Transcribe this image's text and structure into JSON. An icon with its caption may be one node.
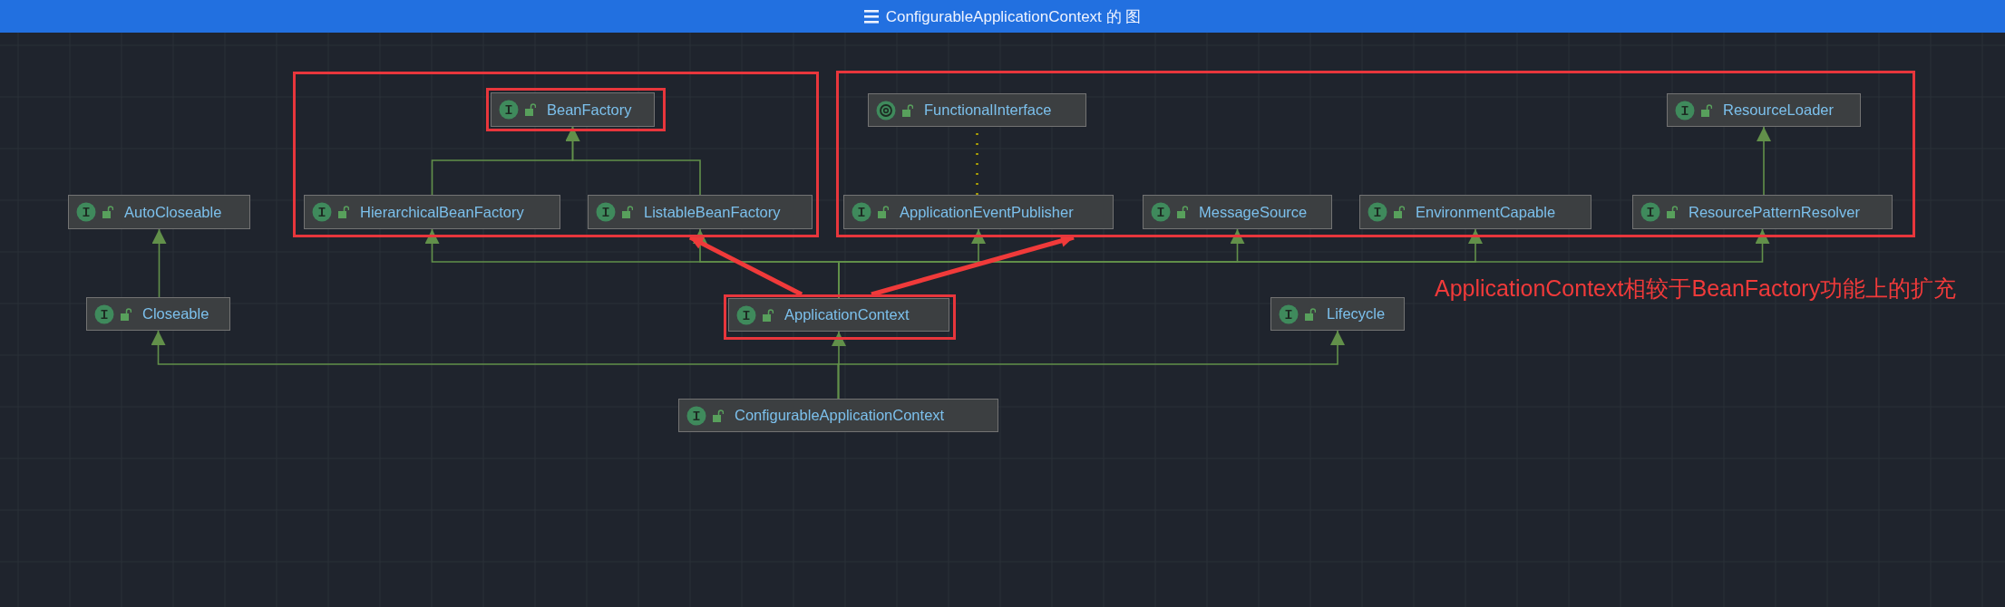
{
  "diagram": {
    "title": "ConfigurableApplicationContext 的 图",
    "nodes": [
      {
        "text": [],
        "shape": "box"
      },
      {
        "text": [],
        "shape": "box",
        "in": 0
      },
      {
        "text": [
          "BeanFactory"
        ],
        "in": 1
      },
      {
        "text": [
          "HierarchicalBeanFactory"
        ],
        "in": 0
      },
      {
        "text": [
          "ListableBeanFactory"
        ],
        "in": 0
      },
      {
        "text": [],
        "shape": "box"
      },
      {
        "text": [
          "FunctionalInterface"
        ],
        "in": 5
      },
      {
        "text": [
          "ResourceLoader"
        ],
        "in": 5
      },
      {
        "text": [
          "ApplicationEventPublisher"
        ],
        "in": 5
      },
      {
        "text": [
          "MessageSource"
        ],
        "in": 5
      },
      {
        "text": [
          "EnvironmentCapable"
        ],
        "in": 5
      },
      {
        "text": [
          "ResourcePatternResolver"
        ],
        "in": 5
      },
      {
        "text": [
          "AutoCloseable"
        ]
      },
      {
        "text": [
          "Closeable"
        ]
      },
      {
        "text": [],
        "shape": "box"
      },
      {
        "text": [
          "ApplicationContext"
        ],
        "in": 14
      },
      {
        "text": [
          "Lifecycle"
        ]
      },
      {
        "text": [
          "ConfigurableApplicationContext"
        ]
      }
    ],
    "edges": [
      {
        "from": 3,
        "to": 2,
        "arrow": "to"
      },
      {
        "from": 4,
        "to": 2,
        "arrow": "to"
      },
      {
        "from": 13,
        "to": 12,
        "arrow": "to"
      },
      {
        "from": 15,
        "to": 3,
        "arrow": "to"
      },
      {
        "from": 15,
        "to": 4,
        "arrow": "to"
      },
      {
        "from": 15,
        "to": 8,
        "arrow": "to"
      },
      {
        "from": 15,
        "to": 9,
        "arrow": "to"
      },
      {
        "from": 15,
        "to": 10,
        "arrow": "to"
      },
      {
        "from": 15,
        "to": 11,
        "arrow": "to"
      },
      {
        "from": 11,
        "to": 7,
        "arrow": "to"
      },
      {
        "from": 17,
        "to": 15,
        "arrow": "to"
      },
      {
        "from": 17,
        "to": 13,
        "arrow": "to"
      },
      {
        "from": 17,
        "to": 16,
        "arrow": "to"
      },
      {
        "from": 8,
        "to": 6,
        "arrow": "none",
        "style": "dashed",
        "color": "#b5a800"
      },
      {
        "from": 14,
        "to": 0,
        "arrow": "to",
        "style": "thick",
        "color": "#f03a3a"
      },
      {
        "from": 14,
        "to": 5,
        "arrow": "to",
        "style": "thick",
        "color": "#f03a3a"
      }
    ],
    "labels": [
      "ApplicationContext相较于BeanFactory功能上的扩充"
    ]
  }
}
